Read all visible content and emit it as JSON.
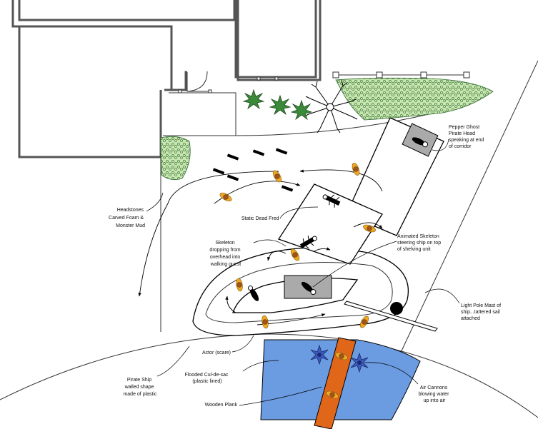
{
  "diagram": {
    "labels": {
      "pepper_ghost": [
        "Pepper Ghost",
        "Pirate Head",
        "speaking at end",
        "of corridor"
      ],
      "headstones": [
        "Headstones",
        "Carved Foam &",
        "Monster Mud"
      ],
      "static_dead_fred": [
        "Static Dead Fred"
      ],
      "skeleton_dropping": [
        "Skeleton",
        "dropping from",
        "overhead into",
        "walking guest"
      ],
      "animated_skeleton": [
        "Animated Skeleton",
        "steering ship on top",
        "of shelving unit"
      ],
      "light_pole": [
        "Light Pole Mast of",
        "ship...tattered sail",
        "attached"
      ],
      "actor": [
        "Actor (scare)"
      ],
      "pirate_ship": [
        "Pirate Ship",
        "walled shape",
        "made of plastic"
      ],
      "flooded": [
        "Flooded Cul-de-sac",
        "(plastic lined)"
      ],
      "wooden_plank": [
        "Wooden Plank"
      ],
      "air_cannons": [
        "Air Cannons",
        "blowing water",
        "up into air"
      ]
    },
    "colors": {
      "water": "#6b9be0",
      "plank": "#e0661a",
      "guest_marker": "#f0a820",
      "guest_dot": "#a0551a",
      "bush": "#c8e6b0",
      "shrub": "#3a8a3a",
      "prop_box": "#aaaaaa",
      "air_cannon": "#3b5bbf"
    },
    "icons": [
      "guest-marker-icon",
      "headstone-icon",
      "skeleton-icon",
      "air-cannon-icon",
      "shrub-icon",
      "bush-icon",
      "tree-icon",
      "mast-ball-icon"
    ]
  }
}
